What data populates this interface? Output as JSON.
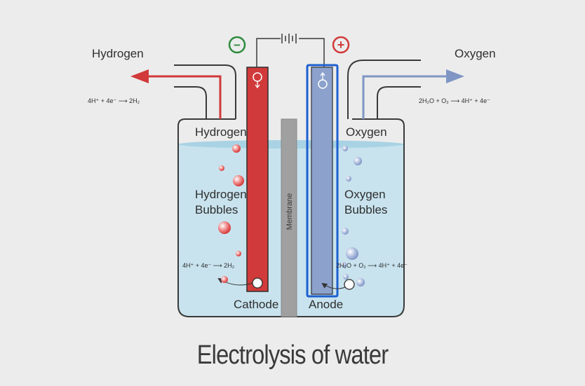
{
  "title": "Electrolysis of water",
  "labels": {
    "hydrogen_gas": "Hydrogen",
    "oxygen_gas": "Oxygen",
    "hydrogen_in_tank": "Hydrogen",
    "oxygen_in_tank": "Oxygen",
    "hydrogen_bubbles_line1": "Hydrogen",
    "hydrogen_bubbles_line2": "Bubbles",
    "oxygen_bubbles_line1": "Oxygen",
    "oxygen_bubbles_line2": "Bubbles",
    "membrane": "Membrane",
    "cathode": "Cathode",
    "anode": "Anode"
  },
  "equations": {
    "hydrogen_outlet": "4H⁺ + 4e⁻ ⟶ 2H₂",
    "oxygen_outlet": "2H₂O + O₂ ⟶ 4H⁺ + 4e⁻",
    "cathode_reaction": "4H⁺ + 4e⁻ ⟶ 2H₂",
    "anode_reaction": "2H₂O + O₂ ⟶ 4H⁺ + 4e⁻"
  },
  "terminals": {
    "negative": "−",
    "positive": "+"
  },
  "colors": {
    "hydrogen": "#d13a3a",
    "oxygen": "#7f96c4",
    "negative_terminal": "#2e8b3e",
    "positive_terminal": "#d23a3a",
    "water": "#c8e3ee",
    "membrane": "#a0a0a0",
    "selection": "#1e5fd0"
  }
}
